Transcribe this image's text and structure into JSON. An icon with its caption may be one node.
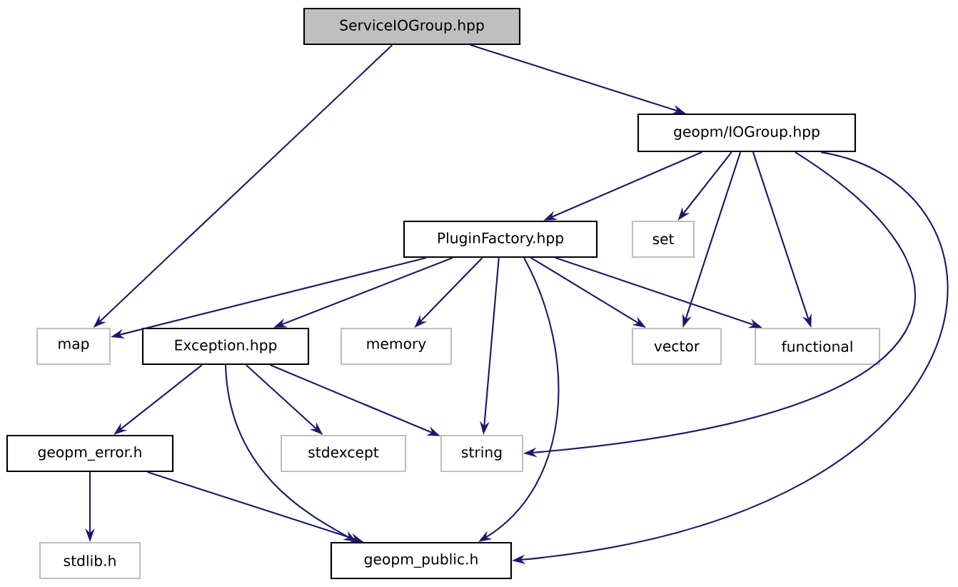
{
  "diagram": {
    "nodes": [
      {
        "text": [
          "ServiceIOGroup.hpp"
        ]
      },
      {
        "text": [
          "geopm/IOGroup.hpp"
        ]
      },
      {
        "text": [
          "PluginFactory.hpp"
        ]
      },
      {
        "text": [
          "set"
        ]
      },
      {
        "text": [
          "map"
        ]
      },
      {
        "text": [
          "Exception.hpp"
        ]
      },
      {
        "text": [
          "memory"
        ]
      },
      {
        "text": [
          "vector"
        ]
      },
      {
        "text": [
          "functional"
        ]
      },
      {
        "text": [
          "geopm_error.h"
        ]
      },
      {
        "text": [
          "stdexcept"
        ]
      },
      {
        "text": [
          "string"
        ]
      },
      {
        "text": [
          "stdlib.h"
        ]
      },
      {
        "text": [
          "geopm_public.h"
        ]
      }
    ],
    "edges": [
      {
        "from": 0,
        "to": 4,
        "arrow": "to"
      },
      {
        "from": 0,
        "to": 1,
        "arrow": "to"
      },
      {
        "from": 1,
        "to": 2,
        "arrow": "to"
      },
      {
        "from": 1,
        "to": 3,
        "arrow": "to"
      },
      {
        "from": 1,
        "to": 7,
        "arrow": "to"
      },
      {
        "from": 1,
        "to": 8,
        "arrow": "to"
      },
      {
        "from": 1,
        "to": 11,
        "arrow": "to"
      },
      {
        "from": 1,
        "to": 13,
        "arrow": "to"
      },
      {
        "from": 2,
        "to": 4,
        "arrow": "to"
      },
      {
        "from": 2,
        "to": 5,
        "arrow": "to"
      },
      {
        "from": 2,
        "to": 6,
        "arrow": "to"
      },
      {
        "from": 2,
        "to": 7,
        "arrow": "to"
      },
      {
        "from": 2,
        "to": 8,
        "arrow": "to"
      },
      {
        "from": 2,
        "to": 11,
        "arrow": "to"
      },
      {
        "from": 2,
        "to": 13,
        "arrow": "to"
      },
      {
        "from": 5,
        "to": 9,
        "arrow": "to"
      },
      {
        "from": 5,
        "to": 13,
        "arrow": "to"
      },
      {
        "from": 5,
        "to": 10,
        "arrow": "to"
      },
      {
        "from": 5,
        "to": 11,
        "arrow": "to"
      },
      {
        "from": 9,
        "to": 12,
        "arrow": "to"
      },
      {
        "from": 9,
        "to": 13,
        "arrow": "to"
      }
    ]
  }
}
